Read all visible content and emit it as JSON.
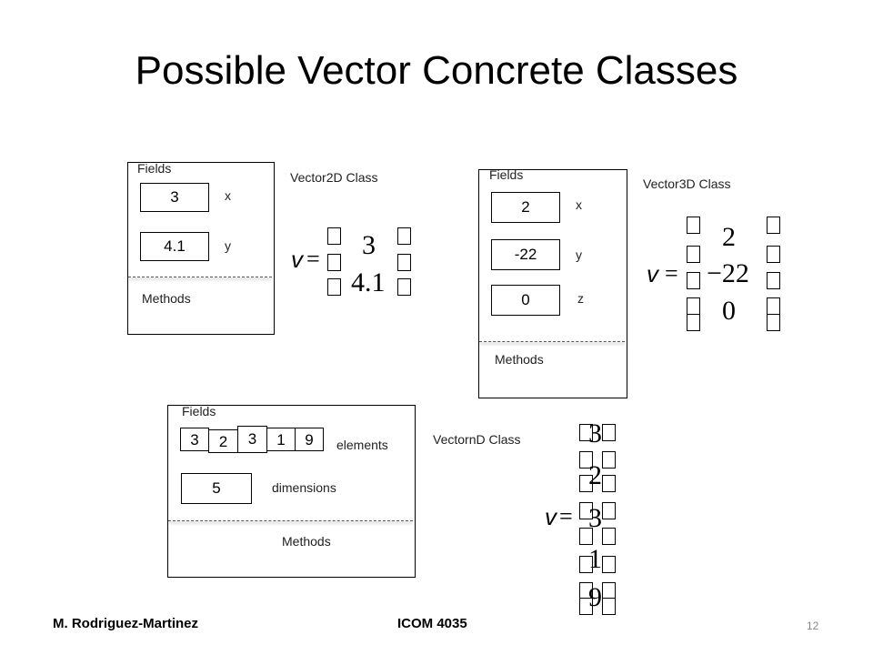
{
  "title": "Possible Vector Concrete Classes",
  "v2d": {
    "fields_label": "Fields",
    "class_label": "Vector2D Class",
    "x_value": "3",
    "y_value": "4.1",
    "x_label": "x",
    "y_label": "y",
    "methods_label": "Methods",
    "matrix": [
      "3",
      "4.1"
    ]
  },
  "v3d": {
    "fields_label": "Fields",
    "class_label": "Vector3D Class",
    "x_value": "2",
    "y_value": "-22",
    "z_value": "0",
    "x_label": "x",
    "y_label": "y",
    "z_label": "z",
    "methods_label": "Methods",
    "matrix": [
      "2",
      "−22",
      "0"
    ]
  },
  "vnd": {
    "fields_label": "Fields",
    "class_label": "VectornD Class",
    "elements": [
      "3",
      "2",
      "3",
      "1",
      "9"
    ],
    "elements_label": "elements",
    "dimensions_value": "5",
    "dimensions_label": "dimensions",
    "methods_label": "Methods",
    "matrix": [
      "3",
      "2",
      "3",
      "1",
      "9"
    ]
  },
  "math": {
    "v_symbol": "v",
    "equals": "="
  },
  "footer": {
    "author": "M. Rodriguez-Martinez",
    "course": "ICOM 4035",
    "page": "12"
  }
}
